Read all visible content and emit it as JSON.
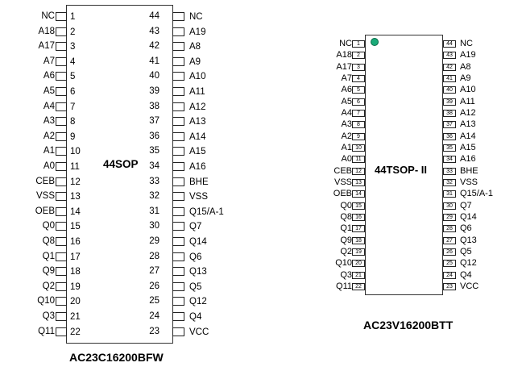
{
  "colors": {
    "outline": "#333333",
    "text": "#000000",
    "pin1_marker": "#1aaa78"
  },
  "chips": [
    {
      "package": "44SOP",
      "part_number": "AC23C16200BFW",
      "left_pins": [
        {
          "num": "1",
          "name": "NC"
        },
        {
          "num": "2",
          "name": "A18"
        },
        {
          "num": "3",
          "name": "A17"
        },
        {
          "num": "4",
          "name": "A7"
        },
        {
          "num": "5",
          "name": "A6"
        },
        {
          "num": "6",
          "name": "A5"
        },
        {
          "num": "7",
          "name": "A4"
        },
        {
          "num": "8",
          "name": "A3"
        },
        {
          "num": "9",
          "name": "A2"
        },
        {
          "num": "10",
          "name": "A1"
        },
        {
          "num": "11",
          "name": "A0"
        },
        {
          "num": "12",
          "name": "CEB"
        },
        {
          "num": "13",
          "name": "VSS"
        },
        {
          "num": "14",
          "name": "OEB"
        },
        {
          "num": "15",
          "name": "Q0"
        },
        {
          "num": "16",
          "name": "Q8"
        },
        {
          "num": "17",
          "name": "Q1"
        },
        {
          "num": "18",
          "name": "Q9"
        },
        {
          "num": "19",
          "name": "Q2"
        },
        {
          "num": "20",
          "name": "Q10"
        },
        {
          "num": "21",
          "name": "Q3"
        },
        {
          "num": "22",
          "name": "Q11"
        }
      ],
      "right_pins": [
        {
          "num": "44",
          "name": "NC"
        },
        {
          "num": "43",
          "name": "A19"
        },
        {
          "num": "42",
          "name": "A8"
        },
        {
          "num": "41",
          "name": "A9"
        },
        {
          "num": "40",
          "name": "A10"
        },
        {
          "num": "39",
          "name": "A11"
        },
        {
          "num": "38",
          "name": "A12"
        },
        {
          "num": "37",
          "name": "A13"
        },
        {
          "num": "36",
          "name": "A14"
        },
        {
          "num": "35",
          "name": "A15"
        },
        {
          "num": "34",
          "name": "A16"
        },
        {
          "num": "33",
          "name": "BHE"
        },
        {
          "num": "32",
          "name": "VSS"
        },
        {
          "num": "31",
          "name": "Q15/A-1"
        },
        {
          "num": "30",
          "name": "Q7"
        },
        {
          "num": "29",
          "name": "Q14"
        },
        {
          "num": "28",
          "name": "Q6"
        },
        {
          "num": "27",
          "name": "Q13"
        },
        {
          "num": "26",
          "name": "Q5"
        },
        {
          "num": "25",
          "name": "Q12"
        },
        {
          "num": "24",
          "name": "Q4"
        },
        {
          "num": "23",
          "name": "VCC"
        }
      ]
    },
    {
      "package": "44TSOP- II",
      "part_number": "AC23V16200BTT",
      "left_pins": [
        {
          "num": "1",
          "name": "NC"
        },
        {
          "num": "2",
          "name": "A18"
        },
        {
          "num": "3",
          "name": "A17"
        },
        {
          "num": "4",
          "name": "A7"
        },
        {
          "num": "5",
          "name": "A6"
        },
        {
          "num": "6",
          "name": "A5"
        },
        {
          "num": "7",
          "name": "A4"
        },
        {
          "num": "8",
          "name": "A3"
        },
        {
          "num": "9",
          "name": "A2"
        },
        {
          "num": "10",
          "name": "A1"
        },
        {
          "num": "11",
          "name": "A0"
        },
        {
          "num": "12",
          "name": "CEB"
        },
        {
          "num": "13",
          "name": "VSS"
        },
        {
          "num": "14",
          "name": "OEB"
        },
        {
          "num": "15",
          "name": "Q0"
        },
        {
          "num": "16",
          "name": "Q8"
        },
        {
          "num": "17",
          "name": "Q1"
        },
        {
          "num": "18",
          "name": "Q9"
        },
        {
          "num": "19",
          "name": "Q2"
        },
        {
          "num": "20",
          "name": "Q10"
        },
        {
          "num": "21",
          "name": "Q3"
        },
        {
          "num": "22",
          "name": "Q11"
        }
      ],
      "right_pins": [
        {
          "num": "44",
          "name": "NC"
        },
        {
          "num": "43",
          "name": "A19"
        },
        {
          "num": "42",
          "name": "A8"
        },
        {
          "num": "41",
          "name": "A9"
        },
        {
          "num": "40",
          "name": "A10"
        },
        {
          "num": "39",
          "name": "A11"
        },
        {
          "num": "38",
          "name": "A12"
        },
        {
          "num": "37",
          "name": "A13"
        },
        {
          "num": "36",
          "name": "A14"
        },
        {
          "num": "35",
          "name": "A15"
        },
        {
          "num": "34",
          "name": "A16"
        },
        {
          "num": "33",
          "name": "BHE"
        },
        {
          "num": "32",
          "name": "VSS"
        },
        {
          "num": "31",
          "name": "Q15/A-1"
        },
        {
          "num": "30",
          "name": "Q7"
        },
        {
          "num": "29",
          "name": "Q14"
        },
        {
          "num": "28",
          "name": "Q6"
        },
        {
          "num": "27",
          "name": "Q13"
        },
        {
          "num": "26",
          "name": "Q5"
        },
        {
          "num": "25",
          "name": "Q12"
        },
        {
          "num": "24",
          "name": "Q4"
        },
        {
          "num": "23",
          "name": "VCC"
        }
      ]
    }
  ]
}
